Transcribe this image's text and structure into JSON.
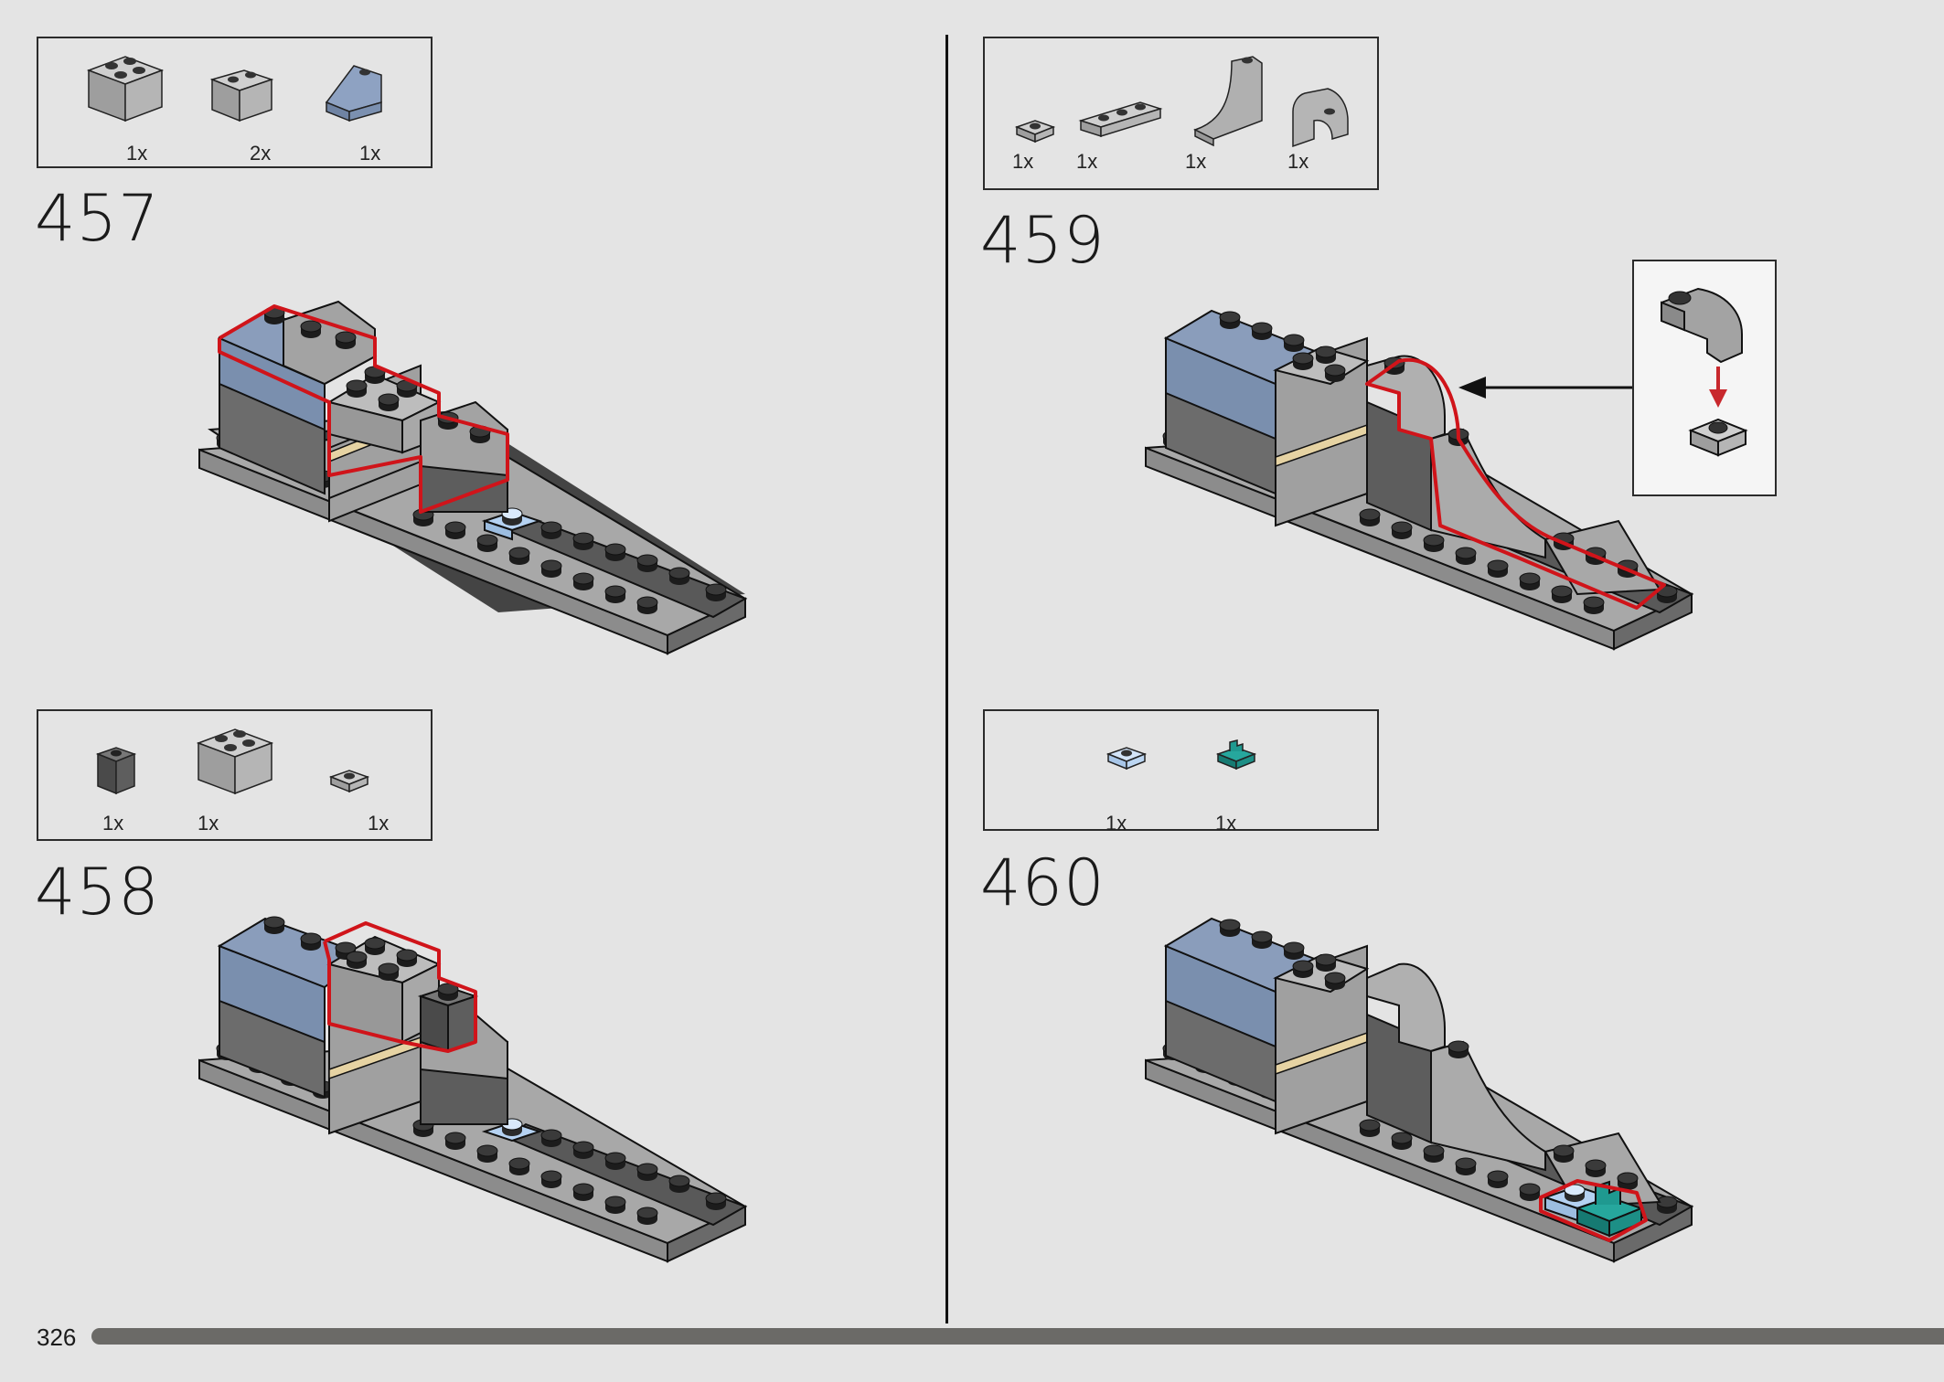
{
  "page": {
    "number": "326",
    "progress_percent": 100
  },
  "colors": {
    "light_gray": "#a3a3a3",
    "dark_gray": "#5c5c5c",
    "blue_gray": "#7a8fae",
    "tan": "#e6d3a3",
    "light_blue": "#b5d2f2",
    "teal": "#1f9990",
    "highlight_red": "#d0141a",
    "arrow_red": "#c8282d"
  },
  "steps": [
    {
      "number": "457",
      "parts": [
        {
          "icon": "brick-2x2-light-gray",
          "qty": "1x"
        },
        {
          "icon": "brick-1x2-light-gray",
          "qty": "2x"
        },
        {
          "icon": "slope-blue-gray",
          "qty": "1x"
        }
      ]
    },
    {
      "number": "458",
      "parts": [
        {
          "icon": "brick-1x1-dark-gray",
          "qty": "1x"
        },
        {
          "icon": "brick-2x2-light-gray",
          "qty": "1x"
        },
        {
          "icon": "plate-1x1-light-gray",
          "qty": "1x"
        }
      ]
    },
    {
      "number": "459",
      "parts": [
        {
          "icon": "plate-1x1-light-gray",
          "qty": "1x"
        },
        {
          "icon": "plate-1x3-light-gray",
          "qty": "1x"
        },
        {
          "icon": "curved-slope-light-gray",
          "qty": "1x"
        },
        {
          "icon": "arch-round-light-gray",
          "qty": "1x"
        }
      ]
    },
    {
      "number": "460",
      "parts": [
        {
          "icon": "plate-1x1-light-blue",
          "qty": "1x"
        },
        {
          "icon": "clip-plate-teal",
          "qty": "1x"
        }
      ]
    }
  ]
}
